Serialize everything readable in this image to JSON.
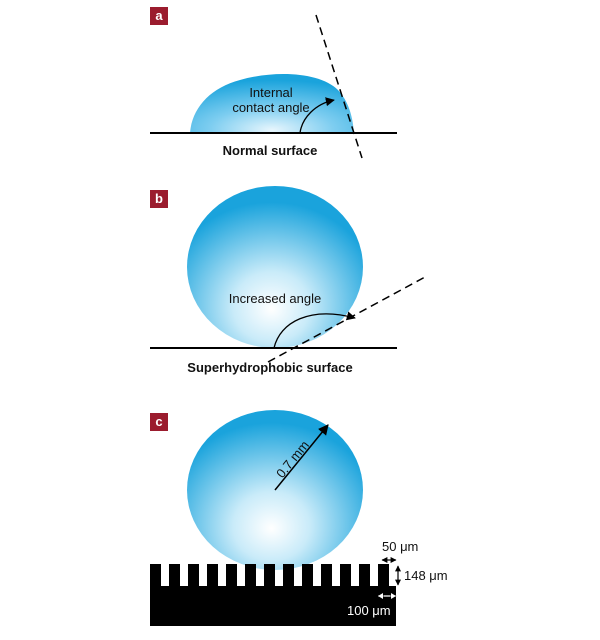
{
  "panels": {
    "a": {
      "badge": "a",
      "label_line1": "Internal",
      "label_line2": "contact angle",
      "caption": "Normal surface"
    },
    "b": {
      "badge": "b",
      "label": "Increased angle",
      "caption": "Superhydrophobic surface"
    },
    "c": {
      "badge": "c",
      "radius_label": "0.7 mm",
      "pillar_width_label": "50 μm",
      "pillar_height_label": "148 μm",
      "pillar_spacing_label": "100 μm"
    }
  },
  "colors": {
    "drop_edge": "#1aa3dc",
    "drop_center": "#ffffff",
    "badge": "#9b1c2e",
    "ink": "#000000"
  }
}
